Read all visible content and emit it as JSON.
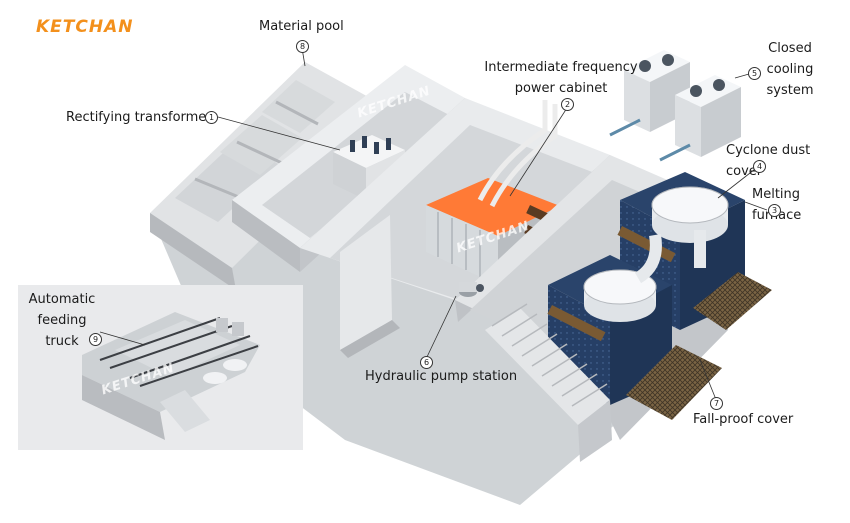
{
  "brand": {
    "logo": "KETCHAN",
    "watermark": "KETCHAN",
    "color": "#f3901c"
  },
  "labels": [
    {
      "id": "material-pool",
      "num": "8",
      "text": "Material pool"
    },
    {
      "id": "rectifying-transformer",
      "num": "1",
      "text": "Rectifying transformer"
    },
    {
      "id": "intermediate-frequency-power-cabinet",
      "num": "2",
      "text": "Intermediate frequency\npower cabinet"
    },
    {
      "id": "closed-cooling-system",
      "num": "5",
      "text": "Closed\ncooling\nsystem"
    },
    {
      "id": "cyclone-dust-cover",
      "num": "4",
      "text": "Cyclone dust cover"
    },
    {
      "id": "melting-furnace",
      "num": "3",
      "text": "Melting furnace"
    },
    {
      "id": "automatic-feeding-truck",
      "num": "9",
      "text": "Automatic\nfeeding\ntruck"
    },
    {
      "id": "hydraulic-pump-station",
      "num": "6",
      "text": "Hydraulic pump station"
    },
    {
      "id": "fall-proof-cover",
      "num": "7",
      "text": "Fall-proof cover"
    }
  ],
  "colors": {
    "wall": "#e4e6e8",
    "wall_shadow": "#b9bcc0",
    "floor": "#d3d6d9",
    "cabinet": "#f2682a",
    "furnace": "#233a5e",
    "grating": "#6b5a3c"
  }
}
